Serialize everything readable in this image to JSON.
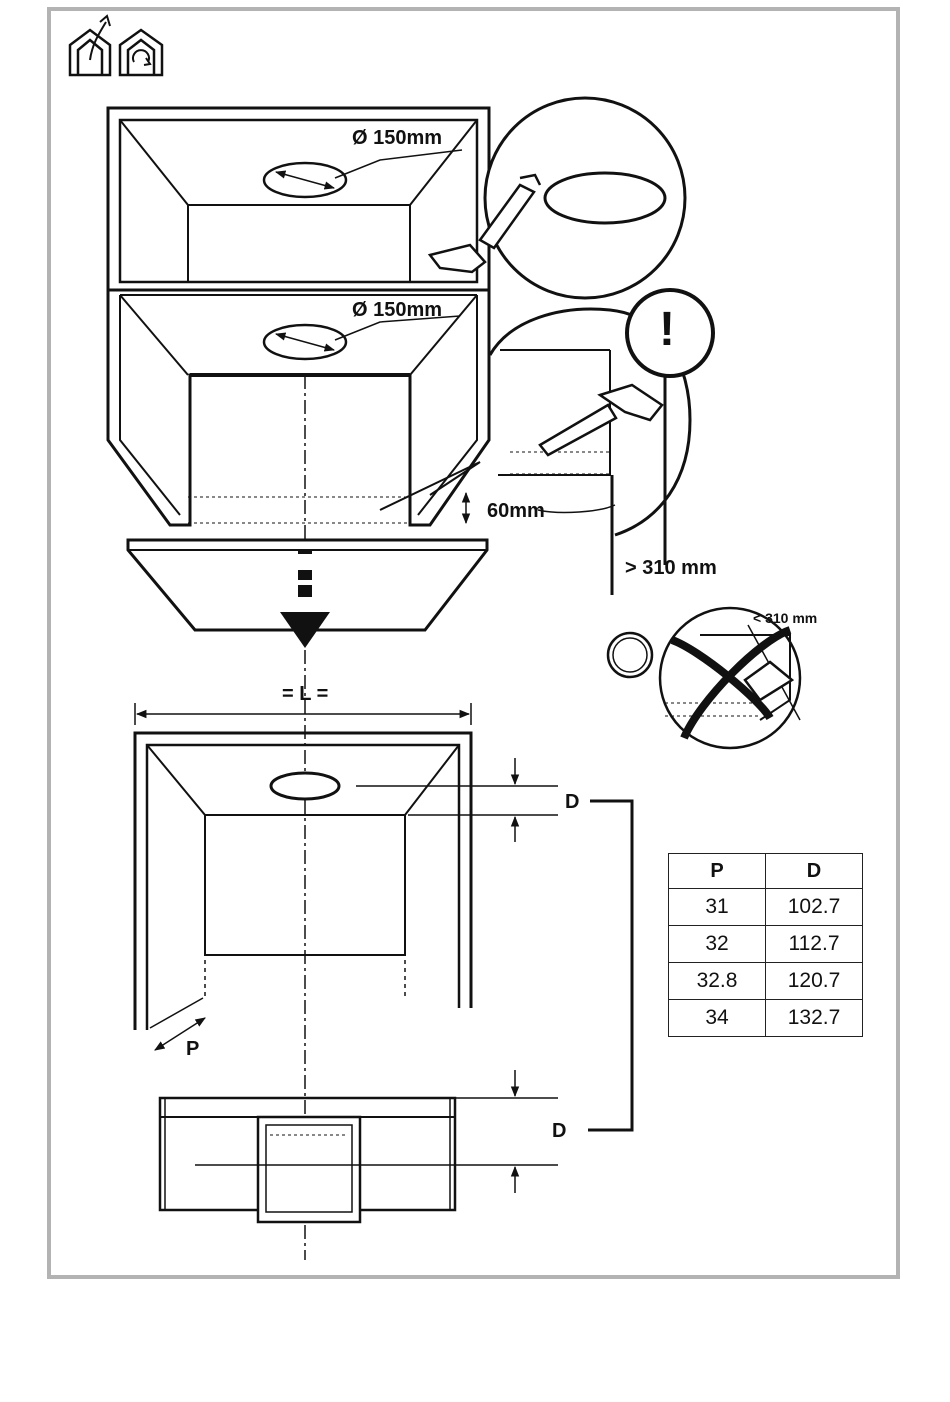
{
  "icons": [
    "ducted-extraction-icon",
    "recirculation-icon"
  ],
  "labels": {
    "diam_top": "Ø 150mm",
    "diam_mid": "Ø 150mm",
    "cut_depth": "60mm",
    "min_clearance": "> 310 mm",
    "not_allowed_clearance": "< 310 mm",
    "width_equal": "= L =",
    "dim_d_top": "D",
    "dim_d_bottom": "D",
    "dim_p": "P",
    "warning": "!"
  },
  "table": {
    "headers": [
      "P",
      "D"
    ],
    "rows": [
      [
        "31",
        "102.7"
      ],
      [
        "32",
        "112.7"
      ],
      [
        "32.8",
        "120.7"
      ],
      [
        "34",
        "132.7"
      ]
    ]
  },
  "colors": {
    "line": "#111111",
    "frame": "#b3b3b3"
  }
}
